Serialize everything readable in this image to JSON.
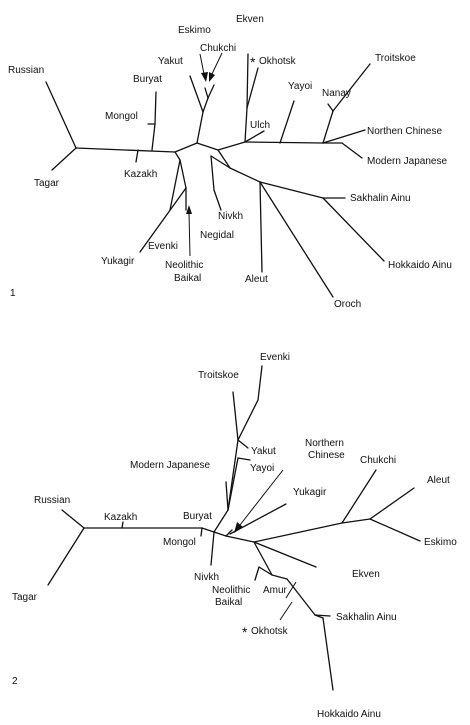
{
  "panels": [
    {
      "number": "1",
      "labels": {
        "russian": "Russian",
        "tagar": "Tagar",
        "kazakh": "Kazakh",
        "mongol": "Mongol",
        "buryat": "Buryat",
        "yakut": "Yakut",
        "eskimo": "Eskimo",
        "chukchi": "Chukchi",
        "ekven": "Ekven",
        "okhotsk": "Okhotsk",
        "ulch": "Ulch",
        "yayoi": "Yayoi",
        "nanay": "Nanay",
        "troitskoe": "Troitskoe",
        "northen_chinese": "Northen Chinese",
        "modern_japanese": "Modern Japanese",
        "sakhalin_ainu": "Sakhalin Ainu",
        "hokkaido_ainu": "Hokkaido Ainu",
        "oroch": "Oroch",
        "aleut": "Aleut",
        "nivkh": "Nivkh",
        "negidal": "Negidal",
        "evenki": "Evenki",
        "yukagir": "Yukagir",
        "neolithic_1": "Neolithic",
        "neolithic_2": "Baikal"
      }
    },
    {
      "number": "2",
      "labels": {
        "russian": "Russian",
        "tagar": "Tagar",
        "kazakh": "Kazakh",
        "mongol": "Mongol",
        "buryat": "Buryat",
        "nivkh": "Nivkh",
        "neolithic_1": "Neolithic",
        "neolithic_2": "Baikal",
        "amur": "Amur",
        "okhotsk": "Okhotsk",
        "sakhalin_ainu": "Sakhalin Ainu",
        "hokkaido_ainu": "Hokkaido Ainu",
        "ekven": "Ekven",
        "eskimo": "Eskimo",
        "aleut": "Aleut",
        "chukchi": "Chukchi",
        "yukagir": "Yukagir",
        "northern_chinese_1": "Northern",
        "northern_chinese_2": "Chinese",
        "yayoi": "Yayoi",
        "yakut": "Yakut",
        "modern_japanese": "Modern Japanese",
        "troitskoe": "Troitskoe",
        "evenki": "Evenki"
      }
    }
  ],
  "marker": "*"
}
